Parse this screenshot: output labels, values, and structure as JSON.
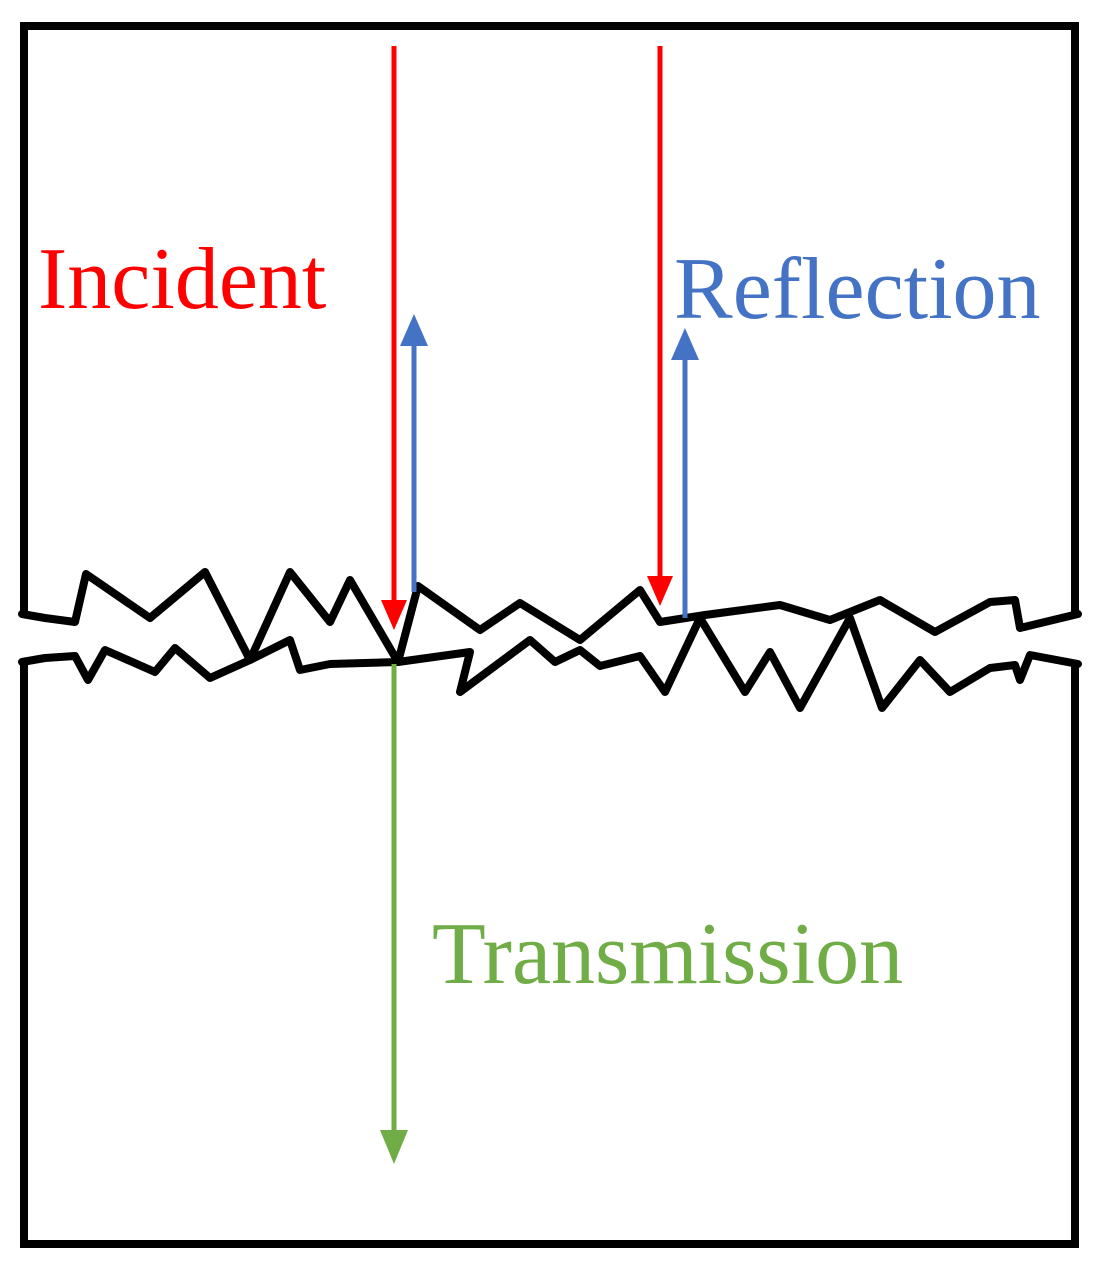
{
  "labels": {
    "incident": "Incident",
    "reflection": "Reflection",
    "transmission": "Transmission"
  },
  "colors": {
    "incident": "#ff0000",
    "reflection": "#4472c4",
    "transmission": "#70ad47",
    "outline": "#000000"
  }
}
